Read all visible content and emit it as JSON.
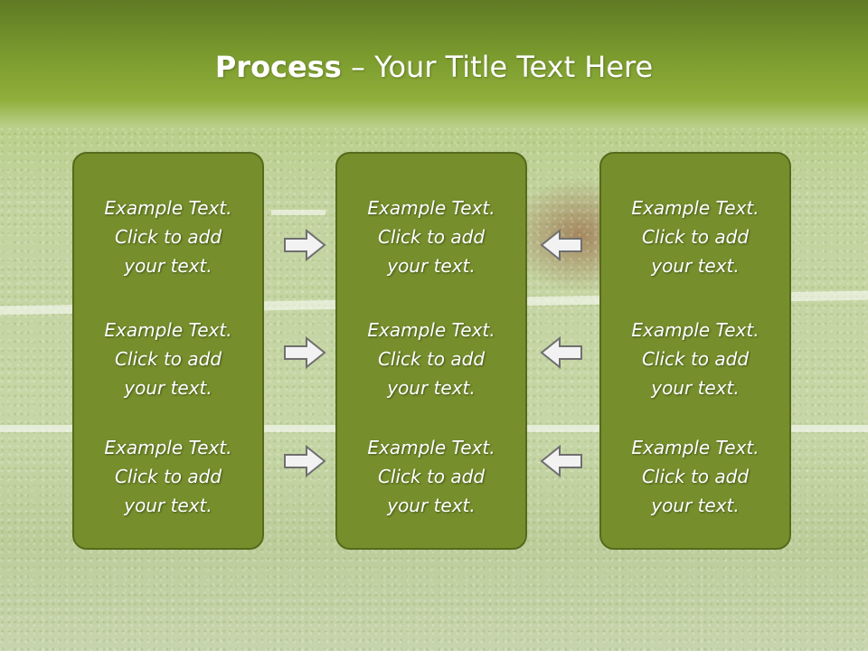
{
  "title": {
    "bold": "Process",
    "rest": " – Your Title Text Here"
  },
  "columns": [
    {
      "cells": [
        {
          "line1": "Example Text.",
          "line2": "Click  to add",
          "line3": "your text."
        },
        {
          "line1": "Example Text.",
          "line2": "Click  to add",
          "line3": "your text."
        },
        {
          "line1": "Example Text.",
          "line2": "Click  to add",
          "line3": "your text."
        }
      ]
    },
    {
      "cells": [
        {
          "line1": "Example Text.",
          "line2": "Click  to add",
          "line3": "your text."
        },
        {
          "line1": "Example Text.",
          "line2": "Click  to add",
          "line3": "your text."
        },
        {
          "line1": "Example Text.",
          "line2": "Click  to add",
          "line3": "your text."
        }
      ]
    },
    {
      "cells": [
        {
          "line1": "Example Text.",
          "line2": "Click  to add",
          "line3": "your text."
        },
        {
          "line1": "Example Text.",
          "line2": "Click  to add",
          "line3": "your text."
        },
        {
          "line1": "Example Text.",
          "line2": "Click  to add",
          "line3": "your text."
        }
      ]
    }
  ],
  "arrows": {
    "left_group": "right-arrow-icon",
    "right_group": "left-arrow-icon"
  },
  "colors": {
    "panel_fill": "#768f2c",
    "panel_border": "#566a1c",
    "header_green": "#7a9a2e",
    "text": "#ffffff"
  }
}
